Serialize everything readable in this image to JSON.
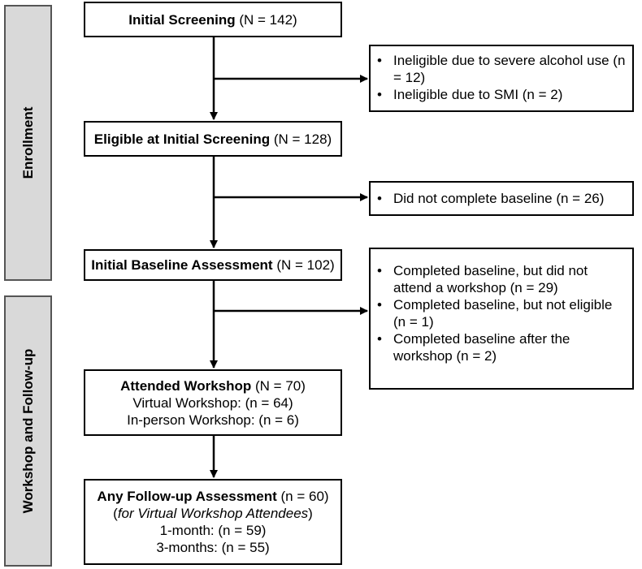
{
  "phases": {
    "enrollment": "Enrollment",
    "workshop_followup": "Workshop and Follow-up"
  },
  "boxes": {
    "initial_screening": {
      "title": "Initial Screening",
      "count": "(N = 142)"
    },
    "eligible": {
      "title": "Eligible at Initial Screening",
      "count": "(N = 128)"
    },
    "baseline": {
      "title": "Initial Baseline Assessment",
      "count": "(N = 102)"
    },
    "attended": {
      "title": "Attended Workshop",
      "count": "(N = 70)",
      "line1": "Virtual Workshop: (n = 64)",
      "line2": "In-person Workshop: (n = 6)"
    },
    "followup": {
      "title": "Any Follow-up Assessment",
      "count": "(n = 60)",
      "note_open": "(",
      "note_italic": "for Virtual Workshop Attendees",
      "note_close": ")",
      "line1": "1-month: (n = 59)",
      "line2": "3-months: (n = 55)"
    }
  },
  "exclusions": {
    "screening": [
      "Ineligible due to severe alcohol use (n = 12)",
      "Ineligible due to SMI (n = 2)"
    ],
    "eligible": [
      "Did not complete baseline (n = 26)"
    ],
    "baseline": [
      "Completed baseline, but did not attend a workshop (n = 29)",
      "Completed baseline, but not eligible (n = 1)",
      "Completed baseline after the workshop (n = 2)"
    ]
  }
}
